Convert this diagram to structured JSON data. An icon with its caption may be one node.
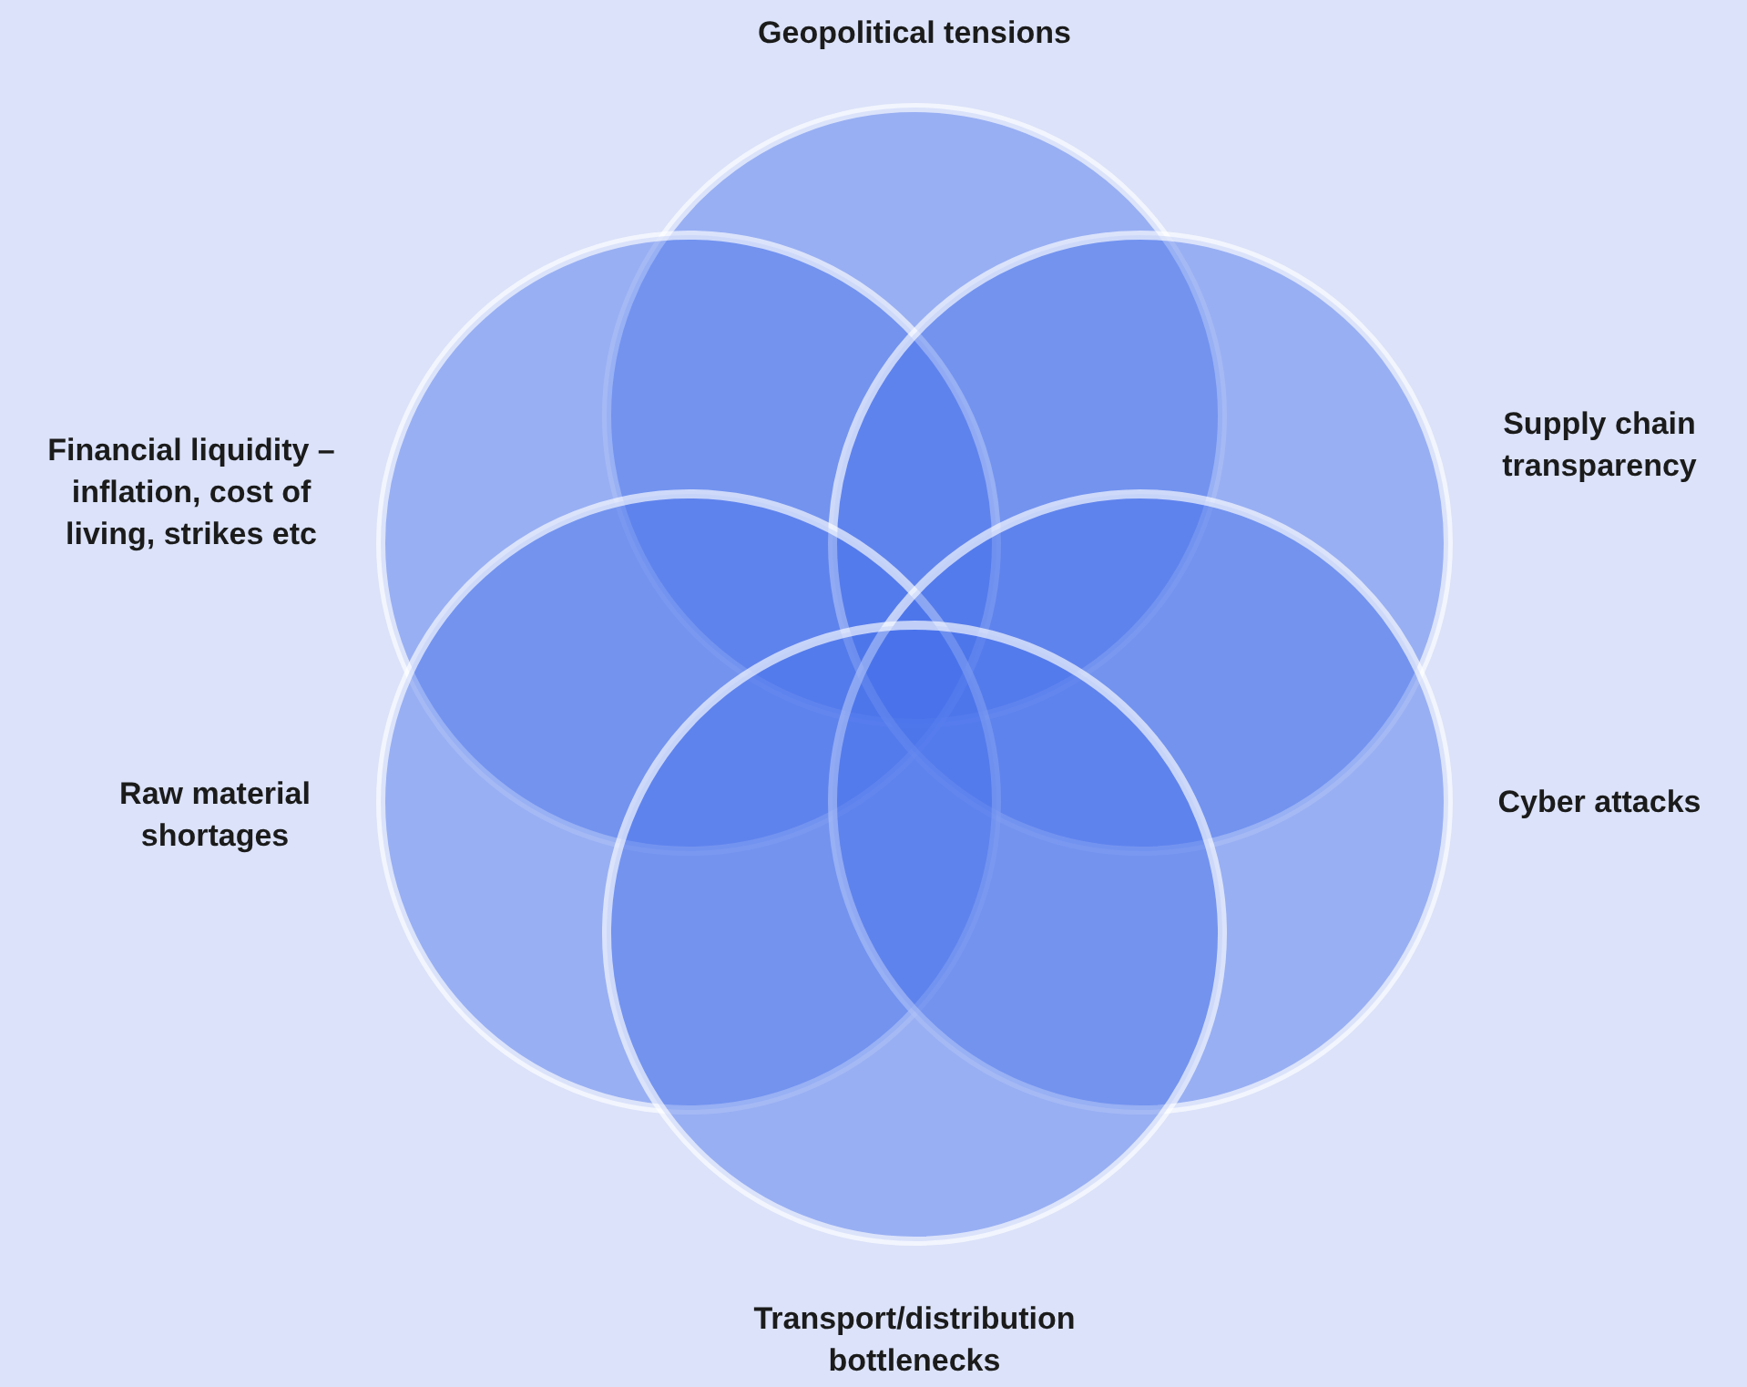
{
  "diagram": {
    "nodes": [
      {
        "text": [],
        "shape": "circle",
        "beside": [
          "Geopolitical tensions"
        ]
      },
      {
        "text": [],
        "shape": "circle",
        "beside": [
          "Financial liquidity – inflation, cost of living, strikes etc"
        ]
      },
      {
        "text": [],
        "shape": "circle",
        "beside": [
          "Supply chain transparency"
        ]
      },
      {
        "text": [],
        "shape": "circle",
        "beside": [
          "Raw material shortages"
        ]
      },
      {
        "text": [],
        "shape": "circle",
        "beside": [
          "Cyber attacks"
        ]
      },
      {
        "text": [],
        "shape": "circle",
        "beside": [
          "Transport/distribution bottlenecks"
        ]
      }
    ]
  }
}
